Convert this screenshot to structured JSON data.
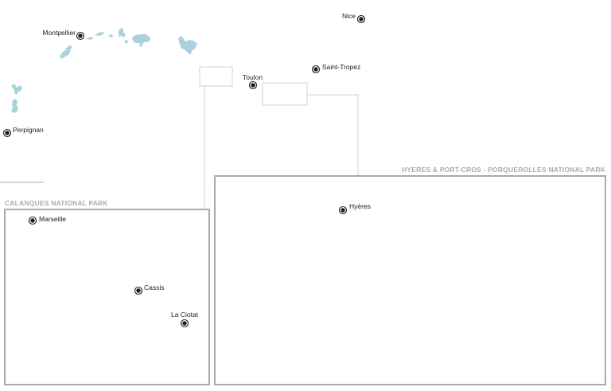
{
  "colors": {
    "island_fill": "#a9d3dc",
    "frame_stroke": "#a7abaf",
    "connector_stroke": "#cfd2d4",
    "label_text": "#1c1c1c",
    "park_label": "#a7abaf",
    "marker": "#1c1c1c"
  },
  "cities": {
    "nice": "Nice",
    "montpellier": "Montpellier",
    "saint_tropez": "Saint-Tropez",
    "toulon": "Toulon",
    "perpignan": "Perpignan",
    "marseille": "Marseille",
    "cassis": "Cassis",
    "la_ciotat": "La Ciotat",
    "hyeres": "Hyères"
  },
  "parks": {
    "calanques": "CALANQUES NATIONAL PARK",
    "port_cros": "HYERES & PORT-CROS - PORQUEROLLES NATIONAL PARK"
  }
}
